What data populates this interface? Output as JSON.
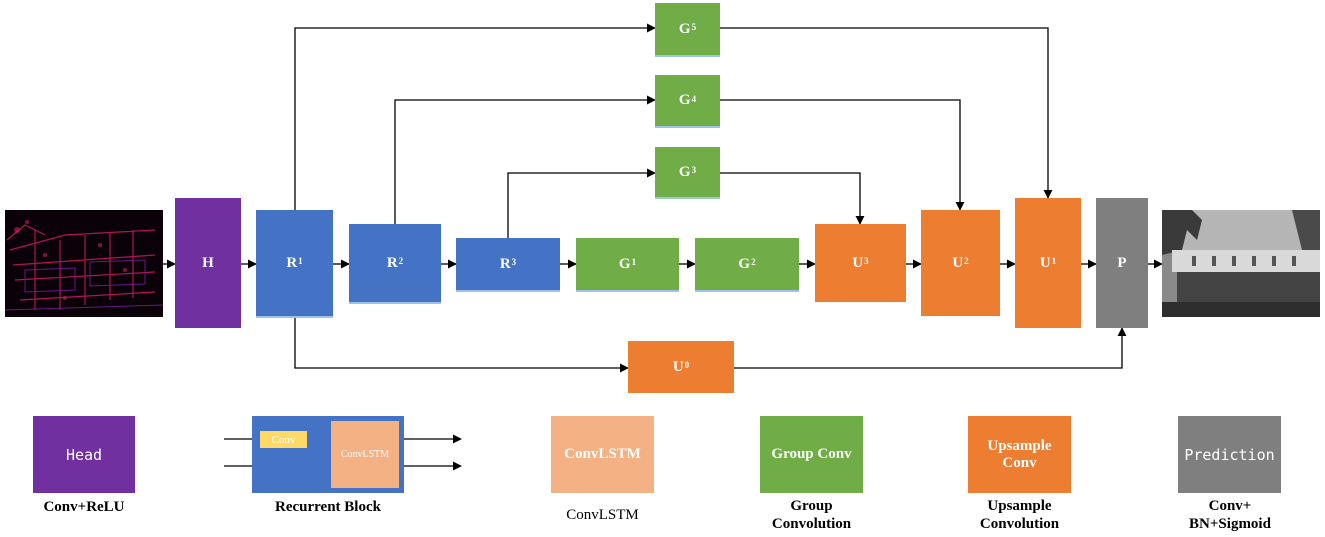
{
  "blocks": {
    "head": {
      "base": "H",
      "sup": ""
    },
    "r1": {
      "base": "R",
      "sup": "1"
    },
    "r2": {
      "base": "R",
      "sup": "2"
    },
    "r3": {
      "base": "R",
      "sup": "3"
    },
    "g1": {
      "base": "G",
      "sup": "1"
    },
    "g2": {
      "base": "G",
      "sup": "2"
    },
    "g3": {
      "base": "G",
      "sup": "3"
    },
    "g4": {
      "base": "G",
      "sup": "4"
    },
    "g5": {
      "base": "G",
      "sup": "5"
    },
    "u0": {
      "base": "U",
      "sup": "0"
    },
    "u1": {
      "base": "U",
      "sup": "1"
    },
    "u2": {
      "base": "U",
      "sup": "2"
    },
    "u3": {
      "base": "U",
      "sup": "3"
    },
    "p": {
      "base": "P",
      "sup": ""
    }
  },
  "legend": {
    "head_label": "Head",
    "head_caption": "Conv+ReLU",
    "recurrent_conv": "Conv",
    "recurrent_convlstm": "ConvLSTM",
    "recurrent_caption": "Recurrent Block",
    "convlstm_label": "ConvLSTM",
    "convlstm_caption": "ConvLSTM",
    "group_label": "Group Conv",
    "group_caption_1": "Group",
    "group_caption_2": "Convolution",
    "upsample_label_1": "Upsample",
    "upsample_label_2": "Conv",
    "upsample_caption_1": "Upsample",
    "upsample_caption_2": "Convolution",
    "prediction_label": "Prediction",
    "prediction_caption_1": "Conv+",
    "prediction_caption_2": "BN+Sigmoid"
  },
  "colors": {
    "head": "#7030a0",
    "recurrent": "#4472c4",
    "group": "#70ad47",
    "upsample": "#ed7d31",
    "prediction": "#7f7f7f",
    "convlstm": "#f4b183",
    "conv": "#ffd966"
  }
}
